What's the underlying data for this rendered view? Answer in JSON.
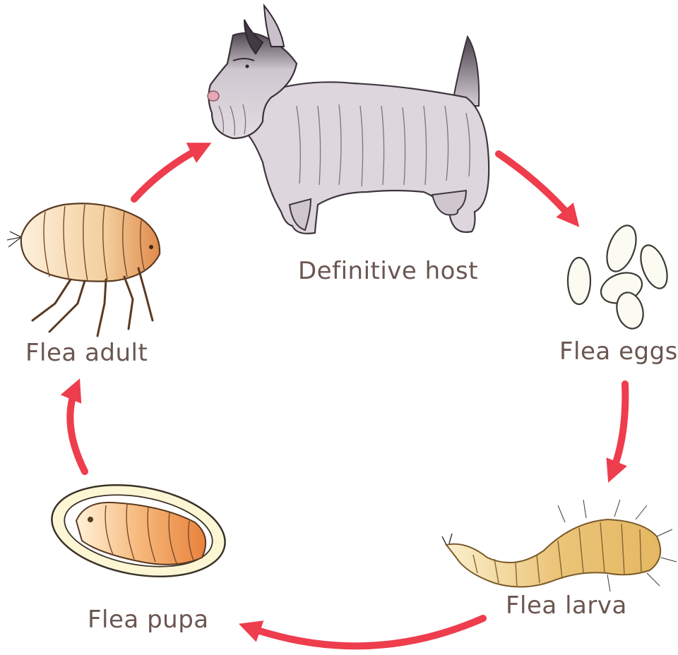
{
  "stages": {
    "host": "Definitive host",
    "eggs": "Flea eggs",
    "larva": "Flea larva",
    "pupa": "Flea pupa",
    "adult": "Flea adult"
  },
  "colors": {
    "arrow": "#ee3d4d",
    "label": "#6b5650",
    "dog_body": "#d9d2d8",
    "dog_shade": "#5e5560",
    "egg": "#fbfbf2",
    "larva": "#e8c277",
    "pupa_body": "#f0a060",
    "flea_body": "#f6d9b2"
  }
}
